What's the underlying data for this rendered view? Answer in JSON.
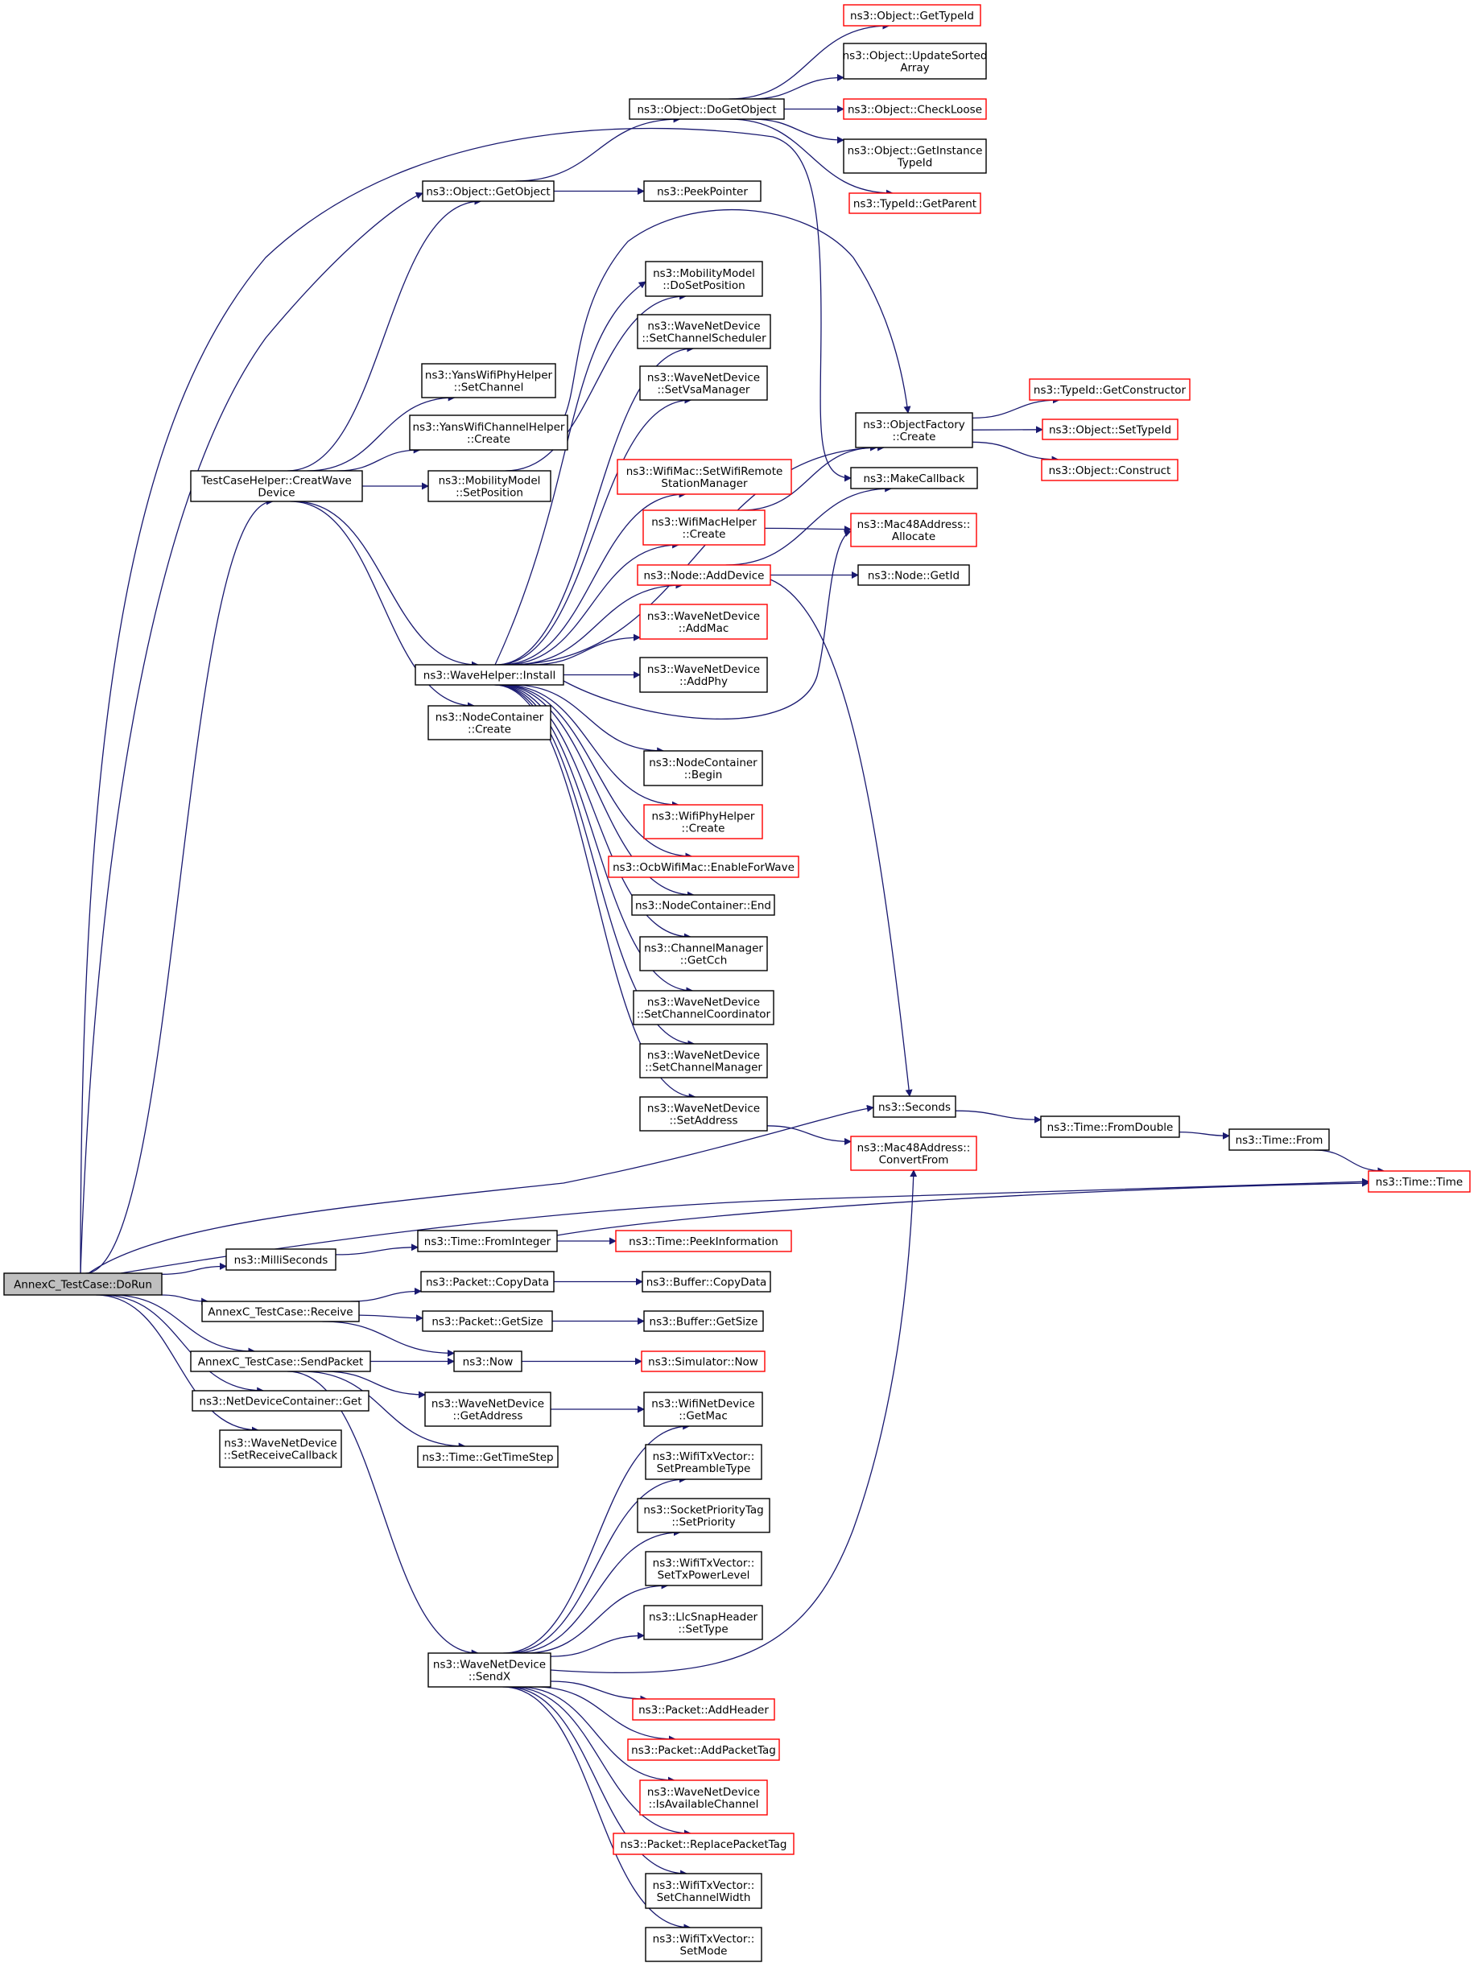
{
  "title": "AnnexC_TestCase::DoRun call graph",
  "colors": {
    "edge": "#191970",
    "link_border": "#000000",
    "missing_border": "#ff0000",
    "root_fill": "#bfbfbf"
  },
  "nodes": {
    "doRun": {
      "lines": [
        "AnnexC_TestCase::DoRun"
      ]
    },
    "creatWave": {
      "lines": [
        "TestCaseHelper::CreatWave",
        "Device"
      ]
    },
    "getObject": {
      "lines": [
        "ns3::Object::GetObject"
      ]
    },
    "doGetObject": {
      "lines": [
        "ns3::Object::DoGetObject"
      ]
    },
    "getTypeId": {
      "lines": [
        "ns3::Object::GetTypeId"
      ]
    },
    "updateSorted": {
      "lines": [
        "ns3::Object::UpdateSorted",
        "Array"
      ]
    },
    "checkLoose": {
      "lines": [
        "ns3::Object::CheckLoose"
      ]
    },
    "getInstanceTypeId": {
      "lines": [
        "ns3::Object::GetInstance",
        "TypeId"
      ]
    },
    "typeIdGetParent": {
      "lines": [
        "ns3::TypeId::GetParent"
      ]
    },
    "peekPointer": {
      "lines": [
        "ns3::PeekPointer"
      ]
    },
    "mobilityDoSetPosition": {
      "lines": [
        "ns3::MobilityModel",
        "::DoSetPosition"
      ]
    },
    "setChannelScheduler": {
      "lines": [
        "ns3::WaveNetDevice",
        "::SetChannelScheduler"
      ]
    },
    "yansPhySetChannel": {
      "lines": [
        "ns3::YansWifiPhyHelper",
        "::SetChannel"
      ]
    },
    "setVsaManager": {
      "lines": [
        "ns3::WaveNetDevice",
        "::SetVsaManager"
      ]
    },
    "yansChannelCreate": {
      "lines": [
        "ns3::YansWifiChannelHelper",
        "::Create"
      ]
    },
    "objectFactoryCreate": {
      "lines": [
        "ns3::ObjectFactory",
        "::Create"
      ]
    },
    "getConstructor": {
      "lines": [
        "ns3::TypeId::GetConstructor"
      ]
    },
    "setTypeId": {
      "lines": [
        "ns3::Object::SetTypeId"
      ]
    },
    "objectConstruct": {
      "lines": [
        "ns3::Object::Construct"
      ]
    },
    "mobilitySetPosition": {
      "lines": [
        "ns3::MobilityModel",
        "::SetPosition"
      ]
    },
    "setWifiRemote": {
      "lines": [
        "ns3::WifiMac::SetWifiRemote",
        "StationManager"
      ]
    },
    "makeCallback": {
      "lines": [
        "ns3::MakeCallback"
      ]
    },
    "wifiMacHelperCreate": {
      "lines": [
        "ns3::WifiMacHelper",
        "::Create"
      ]
    },
    "mac48Allocate": {
      "lines": [
        "ns3::Mac48Address::",
        "Allocate"
      ]
    },
    "nodeAddDevice": {
      "lines": [
        "ns3::Node::AddDevice"
      ]
    },
    "nodeGetId": {
      "lines": [
        "ns3::Node::GetId"
      ]
    },
    "addMac": {
      "lines": [
        "ns3::WaveNetDevice",
        "::AddMac"
      ]
    },
    "addPhy": {
      "lines": [
        "ns3::WaveNetDevice",
        "::AddPhy"
      ]
    },
    "waveInstall": {
      "lines": [
        "ns3::WaveHelper::Install"
      ]
    },
    "nodeContainerCreate": {
      "lines": [
        "ns3::NodeContainer",
        "::Create"
      ]
    },
    "nodeContainerBegin": {
      "lines": [
        "ns3::NodeContainer",
        "::Begin"
      ]
    },
    "wifiPhyHelperCreate": {
      "lines": [
        "ns3::WifiPhyHelper",
        "::Create"
      ]
    },
    "enableForWave": {
      "lines": [
        "ns3::OcbWifiMac::EnableForWave"
      ]
    },
    "nodeContainerEnd": {
      "lines": [
        "ns3::NodeContainer::End"
      ]
    },
    "getCch": {
      "lines": [
        "ns3::ChannelManager",
        "::GetCch"
      ]
    },
    "setChannelCoordinator": {
      "lines": [
        "ns3::WaveNetDevice",
        "::SetChannelCoordinator"
      ]
    },
    "setChannelManager": {
      "lines": [
        "ns3::WaveNetDevice",
        "::SetChannelManager"
      ]
    },
    "setAddress": {
      "lines": [
        "ns3::WaveNetDevice",
        "::SetAddress"
      ]
    },
    "seconds": {
      "lines": [
        "ns3::Seconds"
      ]
    },
    "fromDouble": {
      "lines": [
        "ns3::Time::FromDouble"
      ]
    },
    "timeFrom": {
      "lines": [
        "ns3::Time::From"
      ]
    },
    "timeTime": {
      "lines": [
        "ns3::Time::Time"
      ]
    },
    "convertFrom": {
      "lines": [
        "ns3::Mac48Address::",
        "ConvertFrom"
      ]
    },
    "milliSeconds": {
      "lines": [
        "ns3::MilliSeconds"
      ]
    },
    "fromInteger": {
      "lines": [
        "ns3::Time::FromInteger"
      ]
    },
    "peekInformation": {
      "lines": [
        "ns3::Time::PeekInformation"
      ]
    },
    "receive": {
      "lines": [
        "AnnexC_TestCase::Receive"
      ]
    },
    "packetCopyData": {
      "lines": [
        "ns3::Packet::CopyData"
      ]
    },
    "bufferCopyData": {
      "lines": [
        "ns3::Buffer::CopyData"
      ]
    },
    "packetGetSize": {
      "lines": [
        "ns3::Packet::GetSize"
      ]
    },
    "bufferGetSize": {
      "lines": [
        "ns3::Buffer::GetSize"
      ]
    },
    "sendPacket": {
      "lines": [
        "AnnexC_TestCase::SendPacket"
      ]
    },
    "now": {
      "lines": [
        "ns3::Now"
      ]
    },
    "simulatorNow": {
      "lines": [
        "ns3::Simulator::Now"
      ]
    },
    "netDeviceContainerGet": {
      "lines": [
        "ns3::NetDeviceContainer::Get"
      ]
    },
    "getAddress": {
      "lines": [
        "ns3::WaveNetDevice",
        "::GetAddress"
      ]
    },
    "wifiGetMac": {
      "lines": [
        "ns3::WifiNetDevice",
        "::GetMac"
      ]
    },
    "setReceiveCallback": {
      "lines": [
        "ns3::WaveNetDevice",
        "::SetReceiveCallback"
      ]
    },
    "getTimeStep": {
      "lines": [
        "ns3::Time::GetTimeStep"
      ]
    },
    "setPreambleType": {
      "lines": [
        "ns3::WifiTxVector::",
        "SetPreambleType"
      ]
    },
    "setPriority": {
      "lines": [
        "ns3::SocketPriorityTag",
        "::SetPriority"
      ]
    },
    "setTxPowerLevel": {
      "lines": [
        "ns3::WifiTxVector::",
        "SetTxPowerLevel"
      ]
    },
    "llcSetType": {
      "lines": [
        "ns3::LlcSnapHeader",
        "::SetType"
      ]
    },
    "sendX": {
      "lines": [
        "ns3::WaveNetDevice",
        "::SendX"
      ]
    },
    "addHeader": {
      "lines": [
        "ns3::Packet::AddHeader"
      ]
    },
    "addPacketTag": {
      "lines": [
        "ns3::Packet::AddPacketTag"
      ]
    },
    "isAvailableChannel": {
      "lines": [
        "ns3::WaveNetDevice",
        "::IsAvailableChannel"
      ]
    },
    "replacePacketTag": {
      "lines": [
        "ns3::Packet::ReplacePacketTag"
      ]
    },
    "setChannelWidth": {
      "lines": [
        "ns3::WifiTxVector::",
        "SetChannelWidth"
      ]
    },
    "setMode": {
      "lines": [
        "ns3::WifiTxVector::",
        "SetMode"
      ]
    }
  }
}
